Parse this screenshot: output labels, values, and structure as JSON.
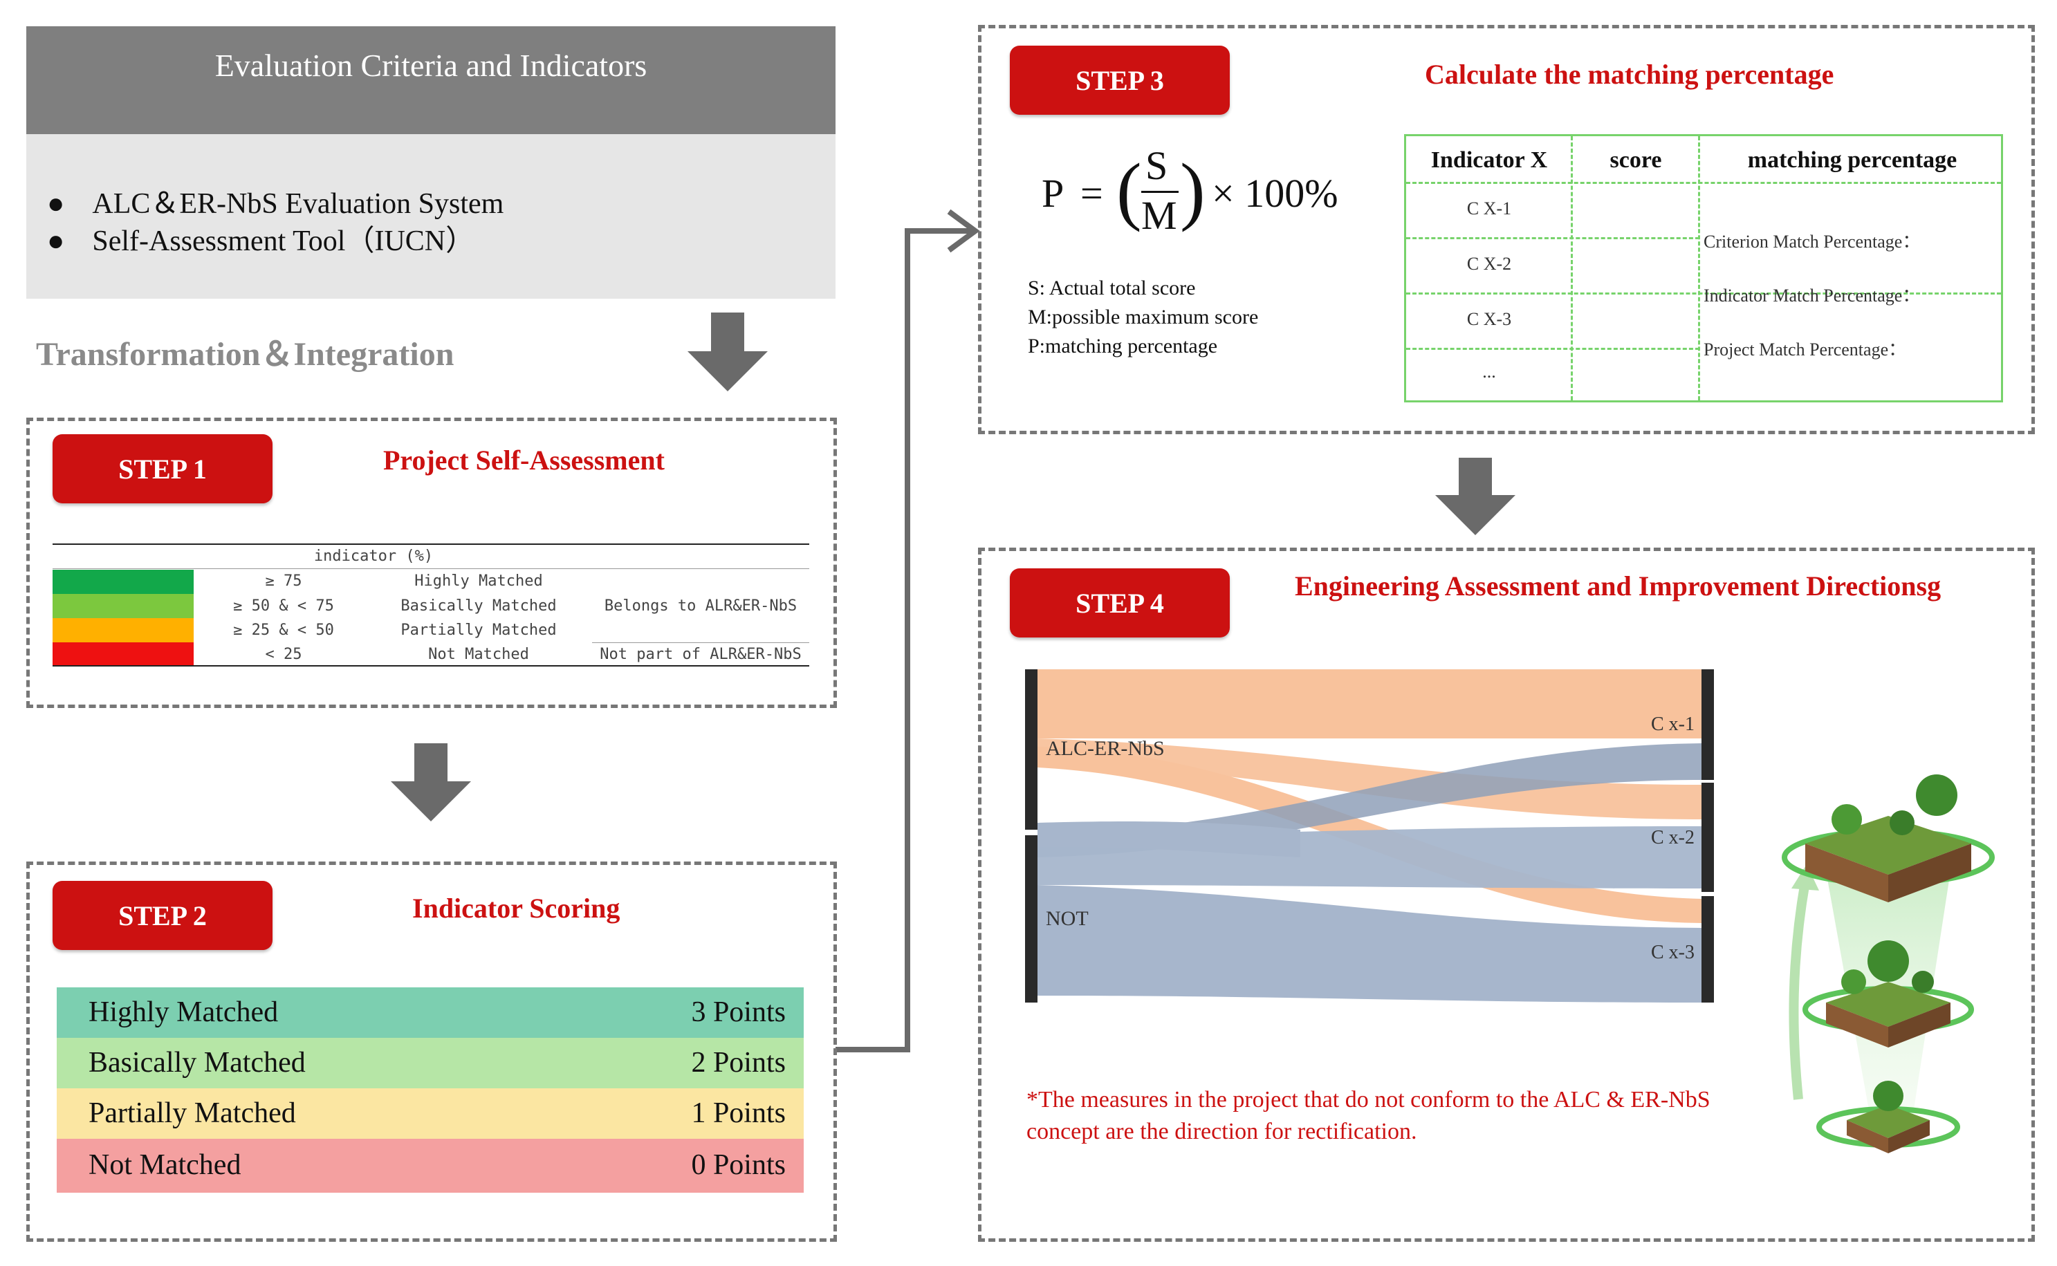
{
  "criteria": {
    "title": "Evaluation Criteria and Indicators",
    "items": [
      "ALC＆ER-NbS Evaluation System",
      "Self-Assessment Tool（IUCN）"
    ]
  },
  "transform_label": "Transformation＆Integration",
  "step1": {
    "button": "STEP 1",
    "title": "Project Self-Assessment",
    "table": {
      "header": "indicator (%)",
      "rows": [
        {
          "range": "≥ 75",
          "match": "Highly Matched",
          "color": "#12a84a"
        },
        {
          "range": "≥ 50 & < 75",
          "match": "Basically Matched",
          "color": "#7cc83e"
        },
        {
          "range": "≥ 25 & < 50",
          "match": "Partially Matched",
          "color": "#ffb000"
        },
        {
          "range": "< 25",
          "match": "Not Matched",
          "color": "#ee1111"
        }
      ],
      "belongs": "Belongs to ALR&ER-NbS",
      "not_part": "Not part of ALR&ER-NbS"
    }
  },
  "step2": {
    "button": "STEP 2",
    "title": "Indicator Scoring",
    "rows": [
      {
        "label": "Highly Matched",
        "points": "3 Points",
        "color": "#7ccfb0"
      },
      {
        "label": "Basically Matched",
        "points": "2 Points",
        "color": "#b6e6a6"
      },
      {
        "label": "Partially Matched",
        "points": "1 Points",
        "color": "#fbe6a2"
      },
      {
        "label": "Not Matched",
        "points": "0 Points",
        "color": "#f4a0a0"
      }
    ]
  },
  "step3": {
    "button": "STEP 3",
    "title": "Calculate the matching percentage",
    "formula": {
      "p": "P",
      "eq": "=",
      "s": "S",
      "m": "M",
      "times": "× 100%"
    },
    "legend": [
      "S: Actual total score",
      "M:possible maximum score",
      "P:matching percentage"
    ],
    "table": {
      "headers": [
        "Indicator X",
        "score",
        "matching percentage"
      ],
      "rows": [
        "C X-1",
        "C X-2",
        "C X-3",
        "..."
      ],
      "percentages": [
        "Criterion Match Percentage：",
        "Indicator Match Percentage：",
        "Project Match Percentage："
      ]
    }
  },
  "step4": {
    "button": "STEP 4",
    "title": "Engineering Assessment and Improvement Directionsg",
    "sankey": {
      "sources": [
        "ALC-ER-NbS",
        "NOT"
      ],
      "targets": [
        "C x-1",
        "C x-2",
        "C x-3"
      ],
      "colors": {
        "alc": "#f8c29c",
        "not": "#a7b6cc",
        "bar": "#2a2a2a"
      }
    },
    "note": "*The measures in the project that do not conform to the ALC & ER-NbS concept are the direction for rectification."
  }
}
